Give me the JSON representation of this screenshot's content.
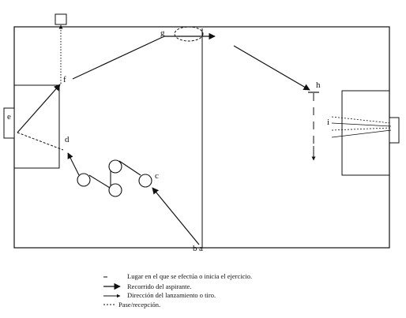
{
  "diagram": {
    "labels": {
      "a": "a",
      "b": "b",
      "c": "c",
      "d": "d",
      "e": "e",
      "f": "f",
      "g": "g",
      "h": "h",
      "i": "i"
    },
    "legend": {
      "items": [
        {
          "symbol": "start-mark",
          "text": "Lugar en el que se efectúa o inicia el ejercicio."
        },
        {
          "symbol": "solid-arrow",
          "text": "Recorrido del aspirante."
        },
        {
          "symbol": "thin-arrow",
          "text": "Dirección del lanzamiento o tiro."
        },
        {
          "symbol": "dashed-line",
          "text": "Pase/recepción."
        }
      ]
    },
    "colors": {
      "ink": "#111111",
      "background": "#ffffff"
    }
  }
}
